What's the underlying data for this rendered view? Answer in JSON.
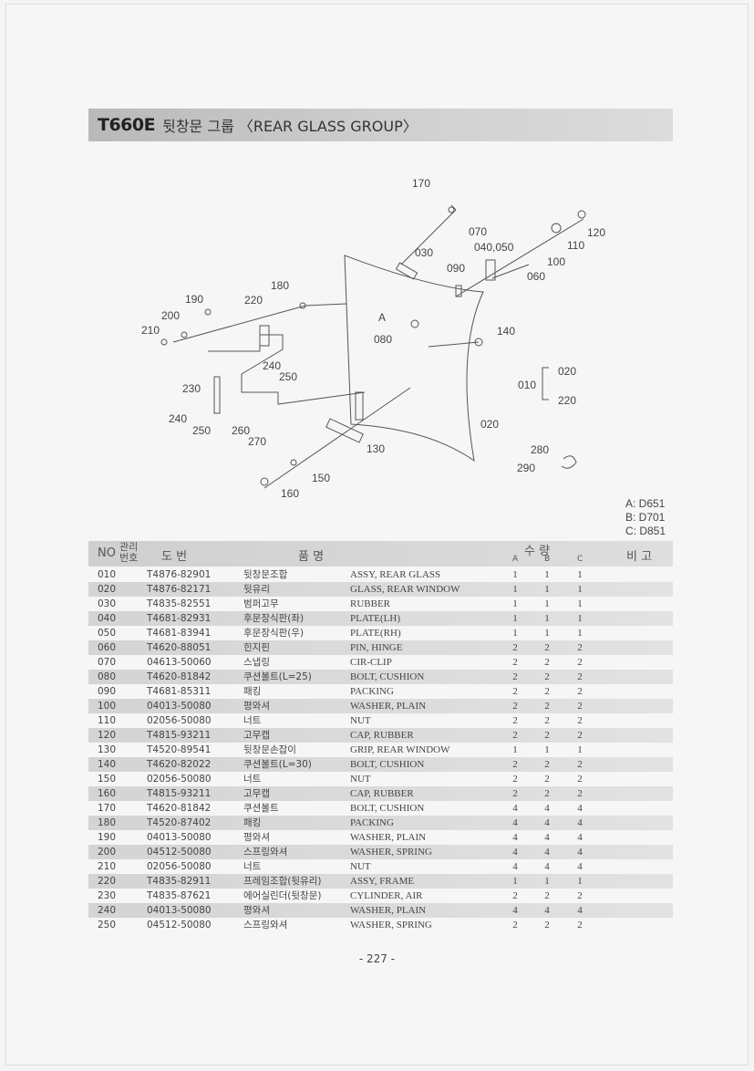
{
  "title": {
    "code": "T660E",
    "text": "뒷창문 그룹 〈REAR  GLASS GROUP〉"
  },
  "diagram": {
    "callouts": [
      "170",
      "070",
      "120",
      "030",
      "040,050",
      "110",
      "100",
      "090",
      "060",
      "180",
      "190",
      "220",
      "200",
      "210",
      "A",
      "080",
      "140",
      "240",
      "250",
      "230",
      "240",
      "250",
      "260",
      "270",
      "130",
      "150",
      "160",
      "010",
      "020",
      "220",
      "020",
      "280",
      "290"
    ]
  },
  "variants": [
    "A: D651",
    "B: D701",
    "C: D851"
  ],
  "table": {
    "headers": {
      "no": "NO",
      "mgmt": "관리번호",
      "drawing": "도  번",
      "name": "품    명",
      "qty": "수   량",
      "qa": "A",
      "qb": "B",
      "qc": "C",
      "remark": "비 고"
    },
    "rows": [
      {
        "no": "010",
        "part": "T4876-82901",
        "kr": "뒷창문조합",
        "en": "ASSY, REAR GLASS",
        "a": "1",
        "b": "1",
        "c": "1"
      },
      {
        "no": "020",
        "part": "T4876-82171",
        "kr": "뒷유리",
        "en": "GLASS, REAR WINDOW",
        "a": "1",
        "b": "1",
        "c": "1"
      },
      {
        "no": "030",
        "part": "T4835-82551",
        "kr": "범퍼고무",
        "en": "RUBBER",
        "a": "1",
        "b": "1",
        "c": "1"
      },
      {
        "no": "040",
        "part": "T4681-82931",
        "kr": "후문장식판(좌)",
        "en": "PLATE(LH)",
        "a": "1",
        "b": "1",
        "c": "1"
      },
      {
        "no": "050",
        "part": "T4681-83941",
        "kr": "후문장식판(우)",
        "en": "PLATE(RH)",
        "a": "1",
        "b": "1",
        "c": "1"
      },
      {
        "no": "060",
        "part": "T4620-88051",
        "kr": "힌지핀",
        "en": "PIN, HINGE",
        "a": "2",
        "b": "2",
        "c": "2"
      },
      {
        "no": "070",
        "part": "04613-50060",
        "kr": "스냅링",
        "en": "CIR-CLIP",
        "a": "2",
        "b": "2",
        "c": "2"
      },
      {
        "no": "080",
        "part": "T4620-81842",
        "kr": "쿠션볼트(L=25)",
        "en": "BOLT, CUSHION",
        "a": "2",
        "b": "2",
        "c": "2"
      },
      {
        "no": "090",
        "part": "T4681-85311",
        "kr": "패킹",
        "en": "PACKING",
        "a": "2",
        "b": "2",
        "c": "2"
      },
      {
        "no": "100",
        "part": "04013-50080",
        "kr": "평와셔",
        "en": "WASHER, PLAIN",
        "a": "2",
        "b": "2",
        "c": "2"
      },
      {
        "no": "110",
        "part": "02056-50080",
        "kr": "너트",
        "en": "NUT",
        "a": "2",
        "b": "2",
        "c": "2"
      },
      {
        "no": "120",
        "part": "T4815-93211",
        "kr": "고무캡",
        "en": "CAP, RUBBER",
        "a": "2",
        "b": "2",
        "c": "2"
      },
      {
        "no": "130",
        "part": "T4520-89541",
        "kr": "뒷창문손잡이",
        "en": "GRIP, REAR WINDOW",
        "a": "1",
        "b": "1",
        "c": "1"
      },
      {
        "no": "140",
        "part": "T4620-82022",
        "kr": "쿠션볼트(L=30)",
        "en": "BOLT, CUSHION",
        "a": "2",
        "b": "2",
        "c": "2"
      },
      {
        "no": "150",
        "part": "02056-50080",
        "kr": "너트",
        "en": "NUT",
        "a": "2",
        "b": "2",
        "c": "2"
      },
      {
        "no": "160",
        "part": "T4815-93211",
        "kr": "고무캡",
        "en": "CAP, RUBBER",
        "a": "2",
        "b": "2",
        "c": "2"
      },
      {
        "no": "170",
        "part": "T4620-81842",
        "kr": "쿠션볼트",
        "en": "BOLT, CUSHION",
        "a": "4",
        "b": "4",
        "c": "4"
      },
      {
        "no": "180",
        "part": "T4520-87402",
        "kr": "패킹",
        "en": "PACKING",
        "a": "4",
        "b": "4",
        "c": "4"
      },
      {
        "no": "190",
        "part": "04013-50080",
        "kr": "평와셔",
        "en": "WASHER, PLAIN",
        "a": "4",
        "b": "4",
        "c": "4"
      },
      {
        "no": "200",
        "part": "04512-50080",
        "kr": "스프링와셔",
        "en": "WASHER, SPRING",
        "a": "4",
        "b": "4",
        "c": "4"
      },
      {
        "no": "210",
        "part": "02056-50080",
        "kr": "너트",
        "en": "NUT",
        "a": "4",
        "b": "4",
        "c": "4"
      },
      {
        "no": "220",
        "part": "T4835-82911",
        "kr": "프레임조합(뒷유리)",
        "en": "ASSY, FRAME",
        "a": "1",
        "b": "1",
        "c": "1"
      },
      {
        "no": "230",
        "part": "T4835-87621",
        "kr": "에어실린더(뒷창문)",
        "en": "CYLINDER, AIR",
        "a": "2",
        "b": "2",
        "c": "2"
      },
      {
        "no": "240",
        "part": "04013-50080",
        "kr": "평와셔",
        "en": "WASHER, PLAIN",
        "a": "4",
        "b": "4",
        "c": "4"
      },
      {
        "no": "250",
        "part": "04512-50080",
        "kr": "스프링와셔",
        "en": "WASHER, SPRING",
        "a": "2",
        "b": "2",
        "c": "2"
      }
    ]
  },
  "page_number": "- 227 -"
}
